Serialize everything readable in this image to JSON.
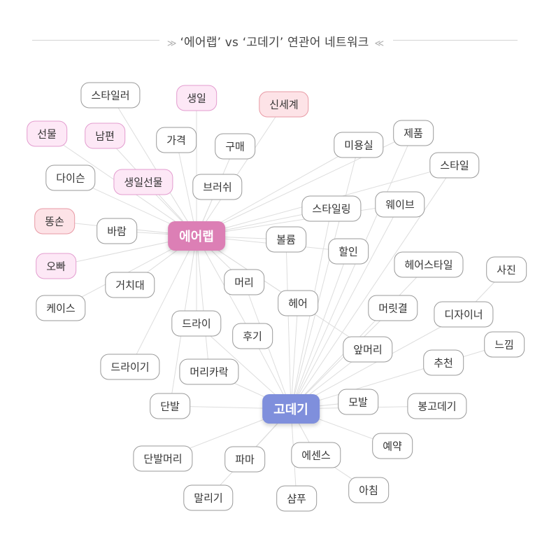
{
  "title": {
    "left_mark": "≫",
    "text": "‘에어랩’ vs ‘고데기’ 연관어 네트워크",
    "right_mark": "≪"
  },
  "colors": {
    "airwrap_hub": "#dc7fb5",
    "godegi_hub": "#7f8fdc",
    "pink_fill": "#fde8f6",
    "red_fill": "#fde3e7",
    "edge": "#dddddd"
  },
  "hubs": [
    {
      "id": "airwrap",
      "label": "에어랩"
    },
    {
      "id": "godegi",
      "label": "고데기"
    }
  ],
  "nodes": [
    {
      "id": "styler",
      "label": "스타일러",
      "style": "plain",
      "hubs": [
        "airwrap"
      ]
    },
    {
      "id": "birthday",
      "label": "생일",
      "style": "pink",
      "hubs": [
        "airwrap"
      ]
    },
    {
      "id": "shinsegae",
      "label": "신세계",
      "style": "red",
      "hubs": [
        "airwrap"
      ]
    },
    {
      "id": "gift",
      "label": "선물",
      "style": "pink",
      "hubs": [
        "airwrap"
      ]
    },
    {
      "id": "husband",
      "label": "남편",
      "style": "pink",
      "hubs": [
        "airwrap"
      ]
    },
    {
      "id": "price",
      "label": "가격",
      "style": "plain",
      "hubs": [
        "airwrap"
      ]
    },
    {
      "id": "purchase",
      "label": "구매",
      "style": "plain",
      "hubs": [
        "airwrap"
      ]
    },
    {
      "id": "daiso",
      "label": "다이슨",
      "style": "plain",
      "hubs": [
        "airwrap"
      ]
    },
    {
      "id": "bdaygift",
      "label": "생일선물",
      "style": "pink",
      "hubs": [
        "airwrap"
      ]
    },
    {
      "id": "brush",
      "label": "브러쉬",
      "style": "plain",
      "hubs": [
        "airwrap"
      ]
    },
    {
      "id": "salon",
      "label": "미용실",
      "style": "plain",
      "hubs": [
        "airwrap",
        "godegi"
      ]
    },
    {
      "id": "product",
      "label": "제품",
      "style": "plain",
      "hubs": [
        "airwrap",
        "godegi"
      ]
    },
    {
      "id": "style",
      "label": "스타일",
      "style": "plain",
      "hubs": [
        "airwrap",
        "godegi"
      ]
    },
    {
      "id": "ddongson",
      "label": "똥손",
      "style": "red",
      "hubs": [
        "airwrap"
      ]
    },
    {
      "id": "wind",
      "label": "바람",
      "style": "plain",
      "hubs": [
        "airwrap"
      ]
    },
    {
      "id": "styling",
      "label": "스타일링",
      "style": "plain",
      "hubs": [
        "airwrap",
        "godegi"
      ]
    },
    {
      "id": "wave",
      "label": "웨이브",
      "style": "plain",
      "hubs": [
        "airwrap",
        "godegi"
      ]
    },
    {
      "id": "volume",
      "label": "볼륨",
      "style": "plain",
      "hubs": [
        "airwrap",
        "godegi"
      ]
    },
    {
      "id": "oppa",
      "label": "오빠",
      "style": "pink",
      "hubs": [
        "airwrap"
      ]
    },
    {
      "id": "discount",
      "label": "할인",
      "style": "plain",
      "hubs": [
        "airwrap",
        "godegi"
      ]
    },
    {
      "id": "holder",
      "label": "거치대",
      "style": "plain",
      "hubs": [
        "airwrap"
      ]
    },
    {
      "id": "hair",
      "label": "머리",
      "style": "plain",
      "hubs": [
        "airwrap",
        "godegi"
      ]
    },
    {
      "id": "hairstyle",
      "label": "헤어스타일",
      "style": "plain",
      "hubs": [
        "godegi"
      ]
    },
    {
      "id": "photo",
      "label": "사진",
      "style": "plain",
      "hubs": []
    },
    {
      "id": "case",
      "label": "케이스",
      "style": "plain",
      "hubs": [
        "airwrap"
      ]
    },
    {
      "id": "hairnode",
      "label": "헤어",
      "style": "plain",
      "hubs": [
        "airwrap",
        "godegi"
      ]
    },
    {
      "id": "hairtexture",
      "label": "머릿결",
      "style": "plain",
      "hubs": [
        "godegi"
      ]
    },
    {
      "id": "designer",
      "label": "디자이너",
      "style": "plain",
      "hubs": [
        "godegi"
      ]
    },
    {
      "id": "dry",
      "label": "드라이",
      "style": "plain",
      "hubs": [
        "airwrap",
        "godegi"
      ]
    },
    {
      "id": "review",
      "label": "후기",
      "style": "plain",
      "hubs": [
        "airwrap",
        "godegi"
      ]
    },
    {
      "id": "feel",
      "label": "느낌",
      "style": "plain",
      "hubs": []
    },
    {
      "id": "bangs",
      "label": "앞머리",
      "style": "plain",
      "hubs": [
        "airwrap",
        "godegi"
      ]
    },
    {
      "id": "recommend",
      "label": "추천",
      "style": "plain",
      "hubs": [
        "godegi"
      ]
    },
    {
      "id": "dryer",
      "label": "드라이기",
      "style": "plain",
      "hubs": [
        "airwrap"
      ]
    },
    {
      "id": "hairstrand",
      "label": "머리카락",
      "style": "plain",
      "hubs": [
        "airwrap",
        "godegi"
      ]
    },
    {
      "id": "short",
      "label": "단발",
      "style": "plain",
      "hubs": [
        "airwrap",
        "godegi"
      ]
    },
    {
      "id": "hairline",
      "label": "모발",
      "style": "plain",
      "hubs": [
        "godegi"
      ]
    },
    {
      "id": "bonggodegi",
      "label": "봉고데기",
      "style": "plain",
      "hubs": [
        "godegi"
      ]
    },
    {
      "id": "reservation",
      "label": "예약",
      "style": "plain",
      "hubs": [
        "godegi"
      ]
    },
    {
      "id": "shorthair",
      "label": "단발머리",
      "style": "plain",
      "hubs": [
        "godegi"
      ]
    },
    {
      "id": "perm",
      "label": "파마",
      "style": "plain",
      "hubs": [
        "godegi"
      ]
    },
    {
      "id": "essence",
      "label": "에센스",
      "style": "plain",
      "hubs": [
        "godegi"
      ]
    },
    {
      "id": "drying",
      "label": "말리기",
      "style": "plain",
      "hubs": [
        "godegi"
      ]
    },
    {
      "id": "shampoo",
      "label": "샴푸",
      "style": "plain",
      "hubs": [
        "godegi"
      ]
    },
    {
      "id": "morning",
      "label": "아침",
      "style": "plain",
      "hubs": []
    }
  ],
  "extra_edges": [
    [
      "designer",
      "photo"
    ],
    [
      "recommend",
      "feel"
    ],
    [
      "essence",
      "morning"
    ]
  ]
}
